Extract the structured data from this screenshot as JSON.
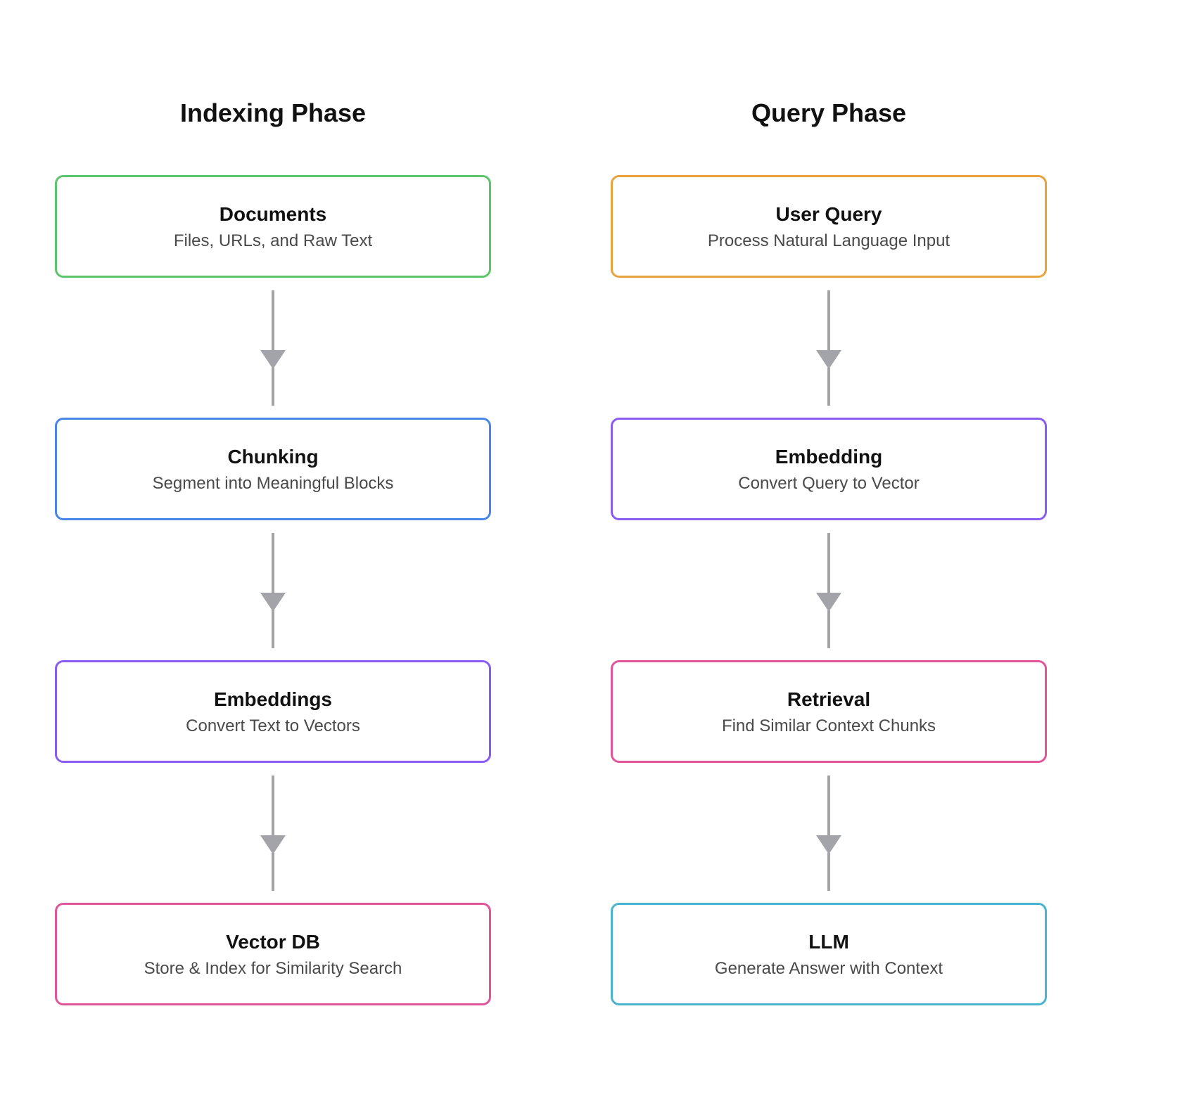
{
  "phases": [
    {
      "title": "Indexing Phase",
      "steps": [
        {
          "title": "Documents",
          "subtitle": "Files, URLs, and Raw Text",
          "color": "#5cc46b"
        },
        {
          "title": "Chunking",
          "subtitle": "Segment into Meaningful Blocks",
          "color": "#4a86e8"
        },
        {
          "title": "Embeddings",
          "subtitle": "Convert Text to Vectors",
          "color": "#8a5cf0"
        },
        {
          "title": "Vector DB",
          "subtitle": "Store & Index for Similarity Search",
          "color": "#e0559a"
        }
      ]
    },
    {
      "title": "Query Phase",
      "steps": [
        {
          "title": "User Query",
          "subtitle": "Process Natural Language Input",
          "color": "#e8a33d"
        },
        {
          "title": "Embedding",
          "subtitle": "Convert Query to Vector",
          "color": "#8a5cf0"
        },
        {
          "title": "Retrieval",
          "subtitle": "Find Similar Context Chunks",
          "color": "#e0559a"
        },
        {
          "title": "LLM",
          "subtitle": "Generate Answer with Context",
          "color": "#4ab3d0"
        }
      ]
    }
  ],
  "connector_color": "#a3a3aa"
}
